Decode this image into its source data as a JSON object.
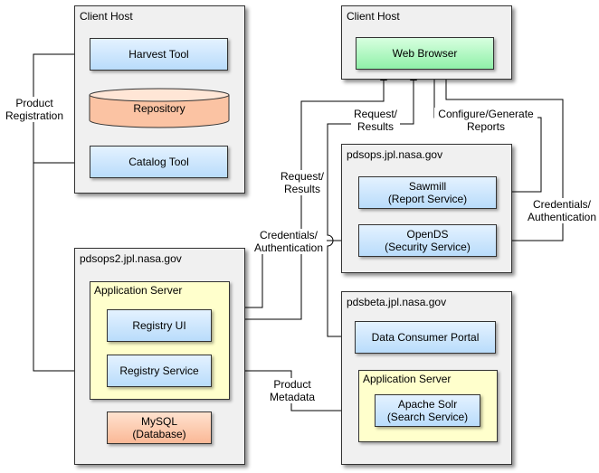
{
  "hosts": {
    "client_host_left": "Client Host",
    "client_host_right": "Client Host",
    "pdsops": "pdsops.jpl.nasa.gov",
    "pdsops2": "pdsops2.jpl.nasa.gov",
    "pdsbeta": "pdsbeta.jpl.nasa.gov"
  },
  "app_servers": {
    "pdsops2": "Application Server",
    "pdsbeta": "Application Server"
  },
  "components": {
    "harvest_tool": "Harvest Tool",
    "repository": "Repository",
    "catalog_tool": "Catalog Tool",
    "web_browser": "Web Browser",
    "sawmill_line1": "Sawmill",
    "sawmill_line2": "(Report Service)",
    "opends_line1": "OpenDS",
    "opends_line2": "(Security Service)",
    "registry_ui": "Registry UI",
    "registry_service": "Registry Service",
    "mysql_line1": "MySQL",
    "mysql_line2": "(Database)",
    "data_consumer_portal": "Data Consumer Portal",
    "solr_line1": "Apache Solr",
    "solr_line2": "(Search Service)"
  },
  "labels": {
    "product_registration_1": "Product",
    "product_registration_2": "Registration",
    "request_results_a_1": "Request/",
    "request_results_a_2": "Results",
    "request_results_b_1": "Request/",
    "request_results_b_2": "Results",
    "configure_reports_1": "Configure/Generate",
    "configure_reports_2": "Reports",
    "credentials_right_1": "Credentials/",
    "credentials_right_2": "Authentication",
    "credentials_mid_1": "Credentials/",
    "credentials_mid_2": "Authentication",
    "product_metadata_1": "Product",
    "product_metadata_2": "Metadata"
  }
}
